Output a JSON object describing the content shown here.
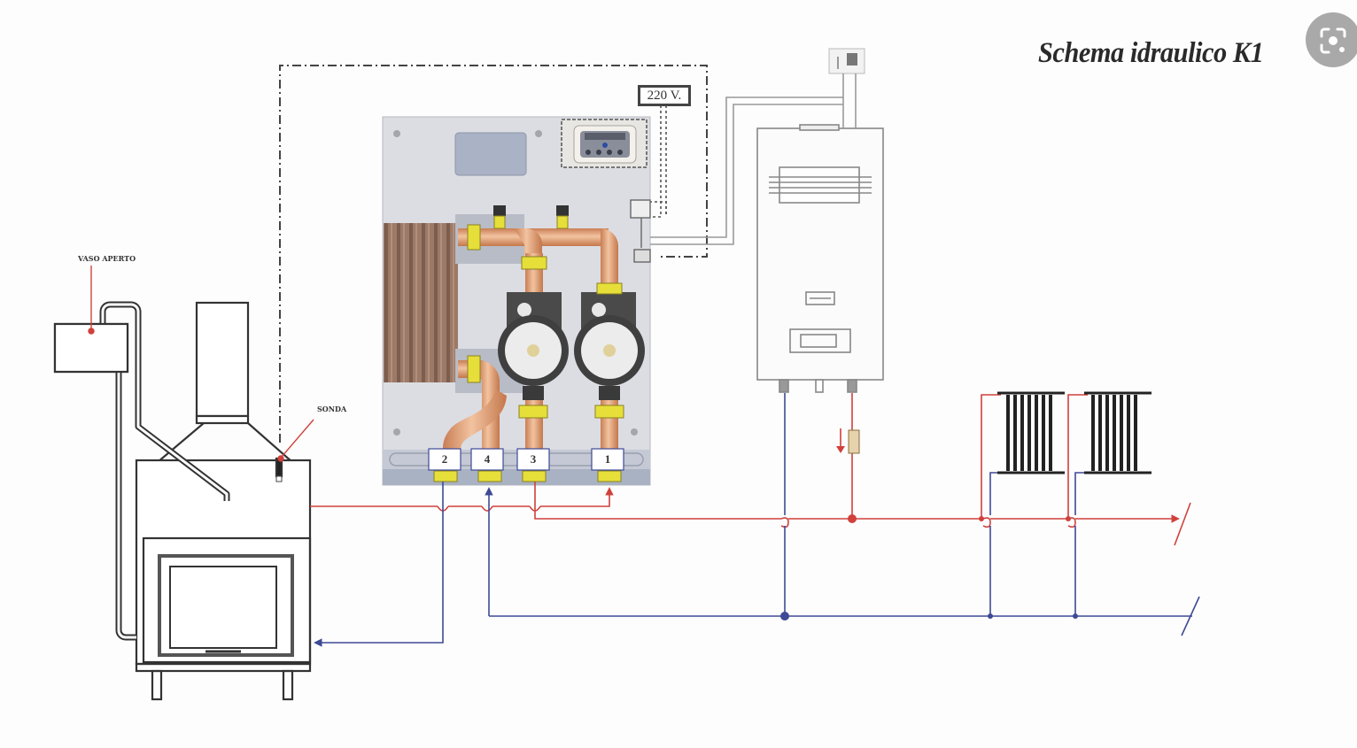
{
  "title": "Schema idraulico K1",
  "labels": {
    "open_vessel": "VASO APERTO",
    "probe": "SONDA",
    "power_supply": "220 V."
  },
  "module_ports": [
    "2",
    "4",
    "3",
    "1"
  ],
  "components": {
    "fireplace": "thermo-fireplace",
    "open_vessel": "open-expansion-vessel",
    "hydraulic_module": "K1 hydraulic kit with plate heat exchanger and two circulation pumps",
    "control_unit": "electronic controller",
    "wall_boiler": "wall-mounted gas boiler",
    "thermostat": "room thermostat",
    "radiators": [
      "radiator-1",
      "radiator-2"
    ],
    "valve": "flow valve"
  },
  "colors": {
    "supply_line": "#d0413c",
    "return_line": "#3e4a95",
    "fitting": "#e8e23a",
    "copper": "#d9956a",
    "panel": "#dcdde3",
    "lens_button": "#a9a9a9"
  },
  "overlay": {
    "visual_search_icon": "lens-icon"
  }
}
